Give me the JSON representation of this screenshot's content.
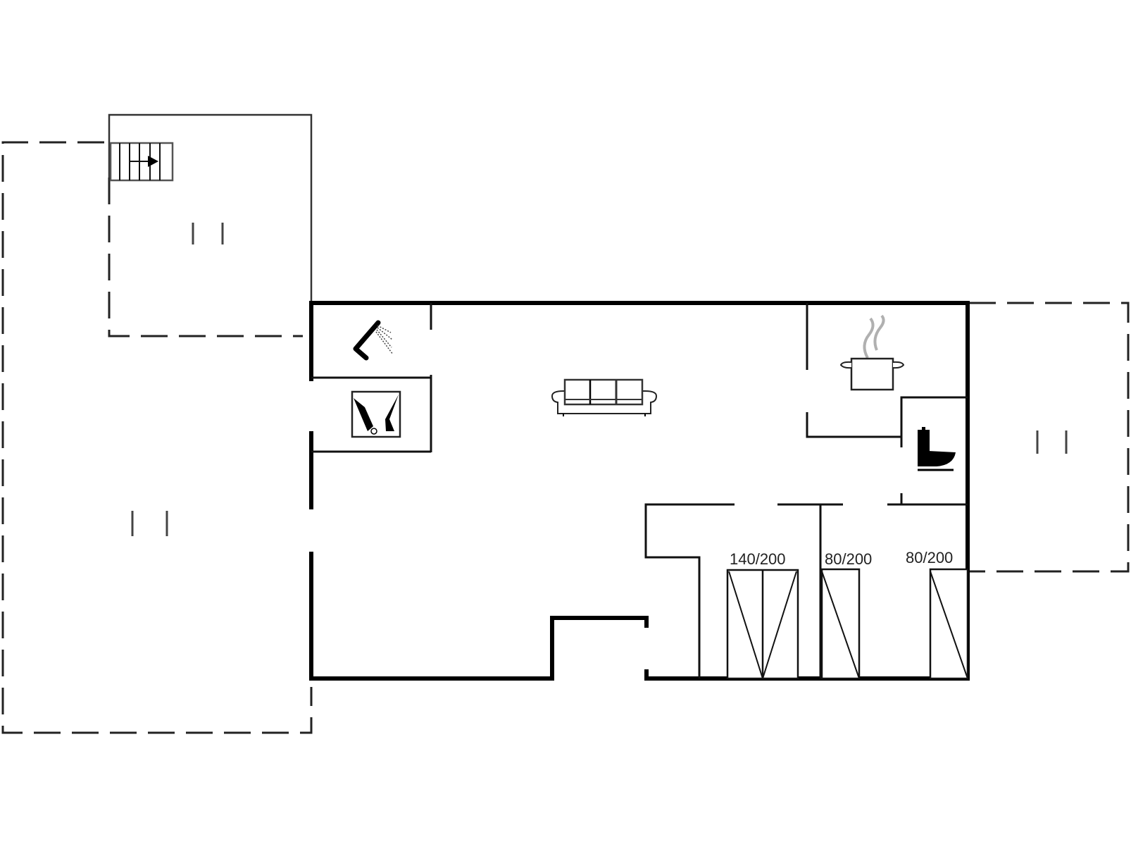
{
  "plan": {
    "type": "floor-plan",
    "beds": [
      {
        "label": "140/200",
        "size": "double"
      },
      {
        "label": "80/200",
        "size": "single"
      },
      {
        "label": "80/200",
        "size": "single"
      }
    ],
    "icons": [
      "stairs-icon",
      "shower-icon",
      "washing-machine-icon",
      "sofa-icon",
      "cooking-pot-icon",
      "toilet-icon"
    ],
    "terraces": [
      "terrace-top-left",
      "terrace-left",
      "terrace-right"
    ],
    "colors": {
      "walls": "#000000",
      "background": "#ffffff",
      "steam": "#b0b0b0"
    }
  }
}
